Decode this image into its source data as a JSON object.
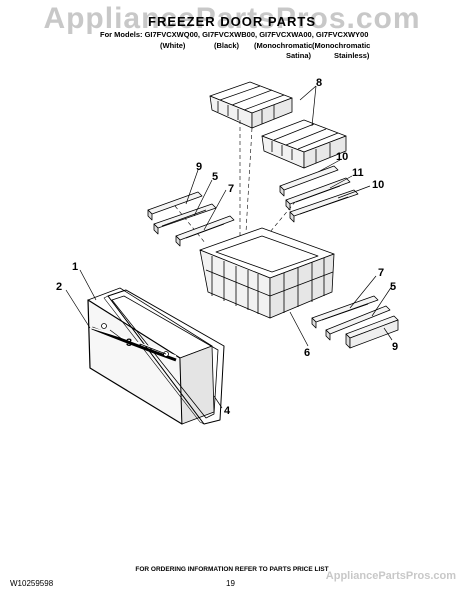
{
  "watermark": "AppliancePartsPros.com",
  "title": "FREEZER DOOR PARTS",
  "models_line": "For Models: GI7FVCXWQ00, GI7FVCXWB00, GI7FVCXWA00, GI7FVCXWY00",
  "finish": {
    "white": "(White)",
    "black": "(Black)",
    "satina_1": "(Monochromatic",
    "satina_2": "Satina)",
    "stainless_1": "(Monochromatic",
    "stainless_2": "Stainless)"
  },
  "callouts": {
    "c1": "1",
    "c2": "2",
    "c3": "3",
    "c4": "4",
    "c5a": "5",
    "c5b": "5",
    "c6": "6",
    "c7a": "7",
    "c7b": "7",
    "c8": "8",
    "c9a": "9",
    "c9b": "9",
    "c10a": "10",
    "c10b": "10",
    "c11": "11"
  },
  "footer": {
    "note": "FOR ORDERING INFORMATION REFER TO PARTS PRICE LIST",
    "part_number": "W10259598",
    "page": "19",
    "brand": "AppliancePartsPros.com"
  }
}
